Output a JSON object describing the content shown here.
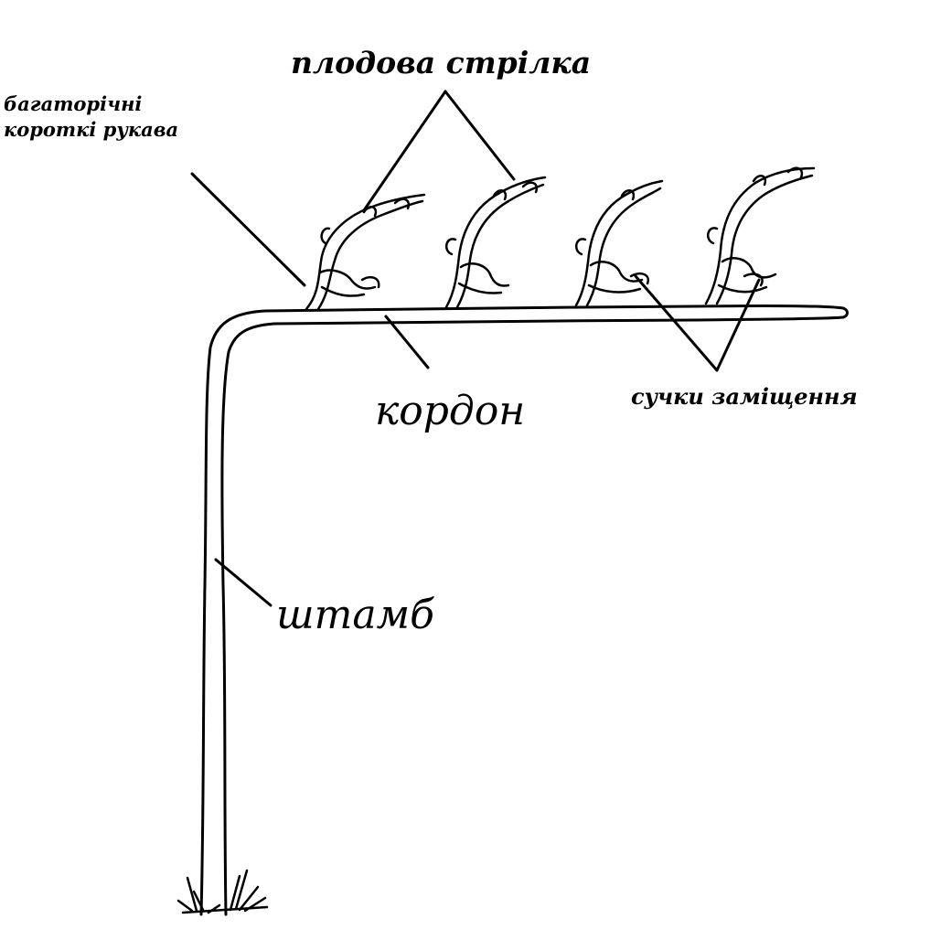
{
  "labels": {
    "fruit_cane": "плодова стрілка",
    "spurs_line1": "багаторічні",
    "spurs_line2": "короткі рукава",
    "cordon": "кордон",
    "renewal_spurs": "сучки заміщення",
    "trunk": "штамб"
  },
  "colors": {
    "ink": "#000000",
    "background": "#ffffff"
  }
}
